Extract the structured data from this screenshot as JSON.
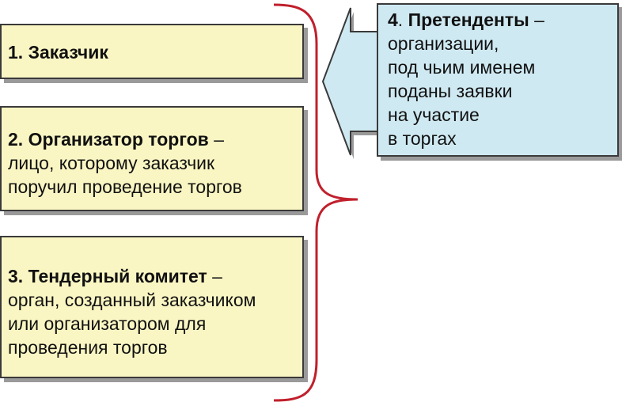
{
  "boxes": [
    {
      "title": "1. Заказчик",
      "sep": "",
      "lines": []
    },
    {
      "title": "2. Организатор торгов",
      "sep": " –",
      "lines": [
        "лицо, которому заказчик",
        "поручил проведение торгов"
      ]
    },
    {
      "title": "3. Тендерный комитет",
      "sep": " –",
      "lines": [
        "орган, созданный заказчиком",
        "или организатором для",
        "проведения торгов"
      ]
    }
  ],
  "pretenders": {
    "number": "4",
    "title": ". Претенденты",
    "sep": " –",
    "lines": [
      "организации,",
      "под чьим именем",
      "поданы заявки",
      "на участие",
      "в торгах"
    ]
  },
  "colors": {
    "yellow_box": "#faf6c3",
    "blue_box": "#cfe9f2",
    "brace": "#c0202c"
  }
}
